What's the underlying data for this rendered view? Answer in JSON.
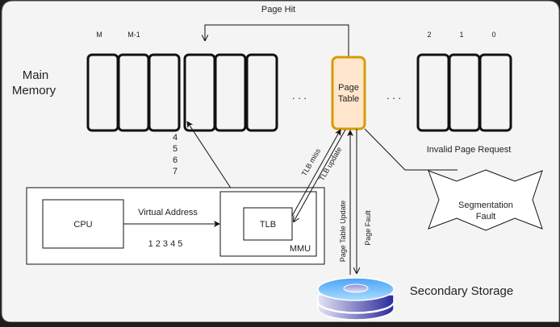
{
  "labels": {
    "page_hit": "Page Hit",
    "main_memory_line1": "Main",
    "main_memory_line2": "Memory",
    "frame_M": "M",
    "frame_M1": "M-1",
    "frame_2": "2",
    "frame_1": "1",
    "frame_0": "0",
    "ellipsis": ". . .",
    "page_table_line1": "Page",
    "page_table_line2": "Table",
    "invalid_page_request": "Invalid Page Request",
    "seg_fault_line1": "Segmentation",
    "seg_fault_line2": "Fault",
    "cpu": "CPU",
    "virtual_address": "Virtual Address",
    "address_digits": "1 2 3 4 5",
    "tlb": "TLB",
    "mmu": "MMU",
    "tlb_miss": "TLB miss",
    "tlb_update": "TLB update",
    "page_table_update": "Page Table Update",
    "page_fault": "Page Fault",
    "secondary_storage": "Secondary Storage",
    "offsets": [
      "4",
      "5",
      "6",
      "7"
    ]
  },
  "colors": {
    "canvas_bg": "#f4f4f4",
    "page_table_fill": "#ffe6cc",
    "page_table_stroke": "#d79b00",
    "disk_top": "#5aa8f0",
    "disk_side": "#3434a8"
  }
}
